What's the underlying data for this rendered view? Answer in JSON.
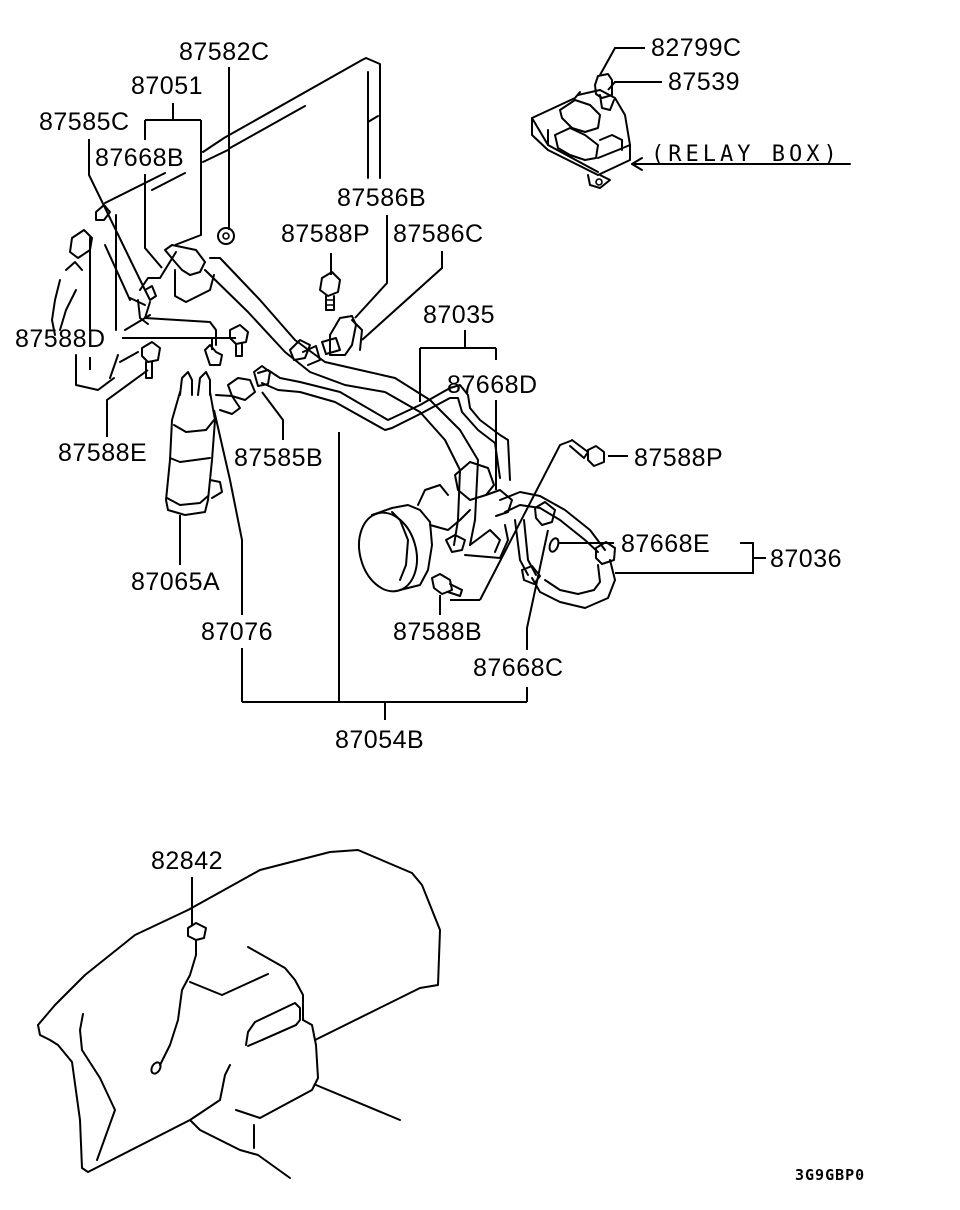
{
  "diagram": {
    "title": "Air conditioner piping and relay box parts diagram",
    "figure_code": "3G9GBP0",
    "relay_box_label": "(RELAY BOX)",
    "labels": {
      "p87582C": "87582C",
      "p87051": "87051",
      "p87585C": "87585C",
      "p87668B": "87668B",
      "p87586B": "87586B",
      "p87588P_top": "87588P",
      "p87586C": "87586C",
      "p87035": "87035",
      "p87588D": "87588D",
      "p87668D": "87668D",
      "p87588E": "87588E",
      "p87585B": "87585B",
      "p87588P_right": "87588P",
      "p87668E": "87668E",
      "p87036": "87036",
      "p87065A": "87065A",
      "p87076": "87076",
      "p87588B": "87588B",
      "p87668C": "87668C",
      "p87054B": "87054B",
      "p82799C": "82799C",
      "p87539": "87539",
      "p82842": "82842"
    },
    "components": [
      "condenser",
      "receiver-drier",
      "compressor",
      "discharge-hose",
      "suction-hose",
      "liquid-pipe",
      "relay-box",
      "dashboard-sensor"
    ]
  }
}
